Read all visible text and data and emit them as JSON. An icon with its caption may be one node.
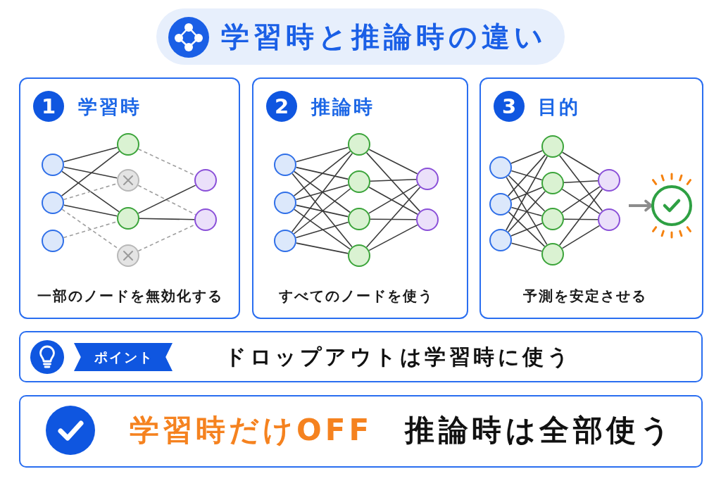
{
  "diagram": {
    "title": "学習時と推論時の違い",
    "nodes": [
      {
        "text": [
          "学習時",
          "一部のノードを無効化する"
        ]
      },
      {
        "text": [
          "1"
        ],
        "in": 0
      },
      {
        "text": [],
        "shape": "circle",
        "in": 0
      },
      {
        "text": [],
        "shape": "circle",
        "in": 0
      },
      {
        "text": [],
        "shape": "circle",
        "in": 0
      },
      {
        "text": [],
        "shape": "circle",
        "in": 0
      },
      {
        "text": [],
        "shape": "circle",
        "in": 0
      },
      {
        "text": [],
        "shape": "circle",
        "in": 0
      },
      {
        "text": [],
        "shape": "circle",
        "in": 0
      },
      {
        "text": [],
        "shape": "circle",
        "in": 0
      },
      {
        "text": [],
        "shape": "circle",
        "in": 0
      },
      {
        "text": [
          "推論時",
          "すべてのノードを使う"
        ]
      },
      {
        "text": [
          "2"
        ],
        "in": 11
      },
      {
        "text": [],
        "shape": "circle",
        "in": 11
      },
      {
        "text": [],
        "shape": "circle",
        "in": 11
      },
      {
        "text": [],
        "shape": "circle",
        "in": 11
      },
      {
        "text": [],
        "shape": "circle",
        "in": 11
      },
      {
        "text": [],
        "shape": "circle",
        "in": 11
      },
      {
        "text": [],
        "shape": "circle",
        "in": 11
      },
      {
        "text": [],
        "shape": "circle",
        "in": 11
      },
      {
        "text": [],
        "shape": "circle",
        "in": 11
      },
      {
        "text": [],
        "shape": "circle",
        "in": 11
      },
      {
        "text": [
          "目的",
          "予測を安定させる"
        ]
      },
      {
        "text": [
          "3"
        ],
        "in": 22
      },
      {
        "text": [],
        "shape": "circle",
        "in": 22
      },
      {
        "text": [],
        "shape": "circle",
        "in": 22
      },
      {
        "text": [],
        "shape": "circle",
        "in": 22
      },
      {
        "text": [],
        "shape": "circle",
        "in": 22
      },
      {
        "text": [],
        "shape": "circle",
        "in": 22
      },
      {
        "text": [],
        "shape": "circle",
        "in": 22
      },
      {
        "text": [],
        "shape": "circle",
        "in": 22
      },
      {
        "text": [],
        "shape": "circle",
        "in": 22
      },
      {
        "text": [],
        "shape": "circle",
        "in": 22
      },
      {
        "text": [],
        "shape": "circle",
        "in": 22
      },
      {
        "text": [
          "ドロップアウトは学習時に使う"
        ]
      },
      {
        "text": [
          "ポイント"
        ],
        "in": 34
      },
      {
        "text": [
          "学習時だけOFF",
          "推論時は全部使う"
        ]
      }
    ],
    "edges": [
      {
        "from": 2,
        "to": 5,
        "arrow": "none"
      },
      {
        "from": 2,
        "to": 6,
        "arrow": "none"
      },
      {
        "from": 2,
        "to": 7,
        "arrow": "none"
      },
      {
        "from": 3,
        "to": 5,
        "arrow": "none"
      },
      {
        "from": 3,
        "to": 6,
        "arrow": "none",
        "style": "dashed",
        "color": "#9e9e9e"
      },
      {
        "from": 3,
        "to": 7,
        "arrow": "none"
      },
      {
        "from": 3,
        "to": 8,
        "arrow": "none",
        "style": "dashed",
        "color": "#9e9e9e"
      },
      {
        "from": 4,
        "to": 7,
        "arrow": "none",
        "style": "dashed",
        "color": "#9e9e9e"
      },
      {
        "from": 5,
        "to": 9,
        "arrow": "none",
        "style": "dashed",
        "color": "#9e9e9e"
      },
      {
        "from": 6,
        "to": 10,
        "arrow": "none",
        "style": "dashed",
        "color": "#9e9e9e"
      },
      {
        "from": 7,
        "to": 9,
        "arrow": "none"
      },
      {
        "from": 7,
        "to": 10,
        "arrow": "none"
      },
      {
        "from": 8,
        "to": 10,
        "arrow": "none",
        "style": "dashed",
        "color": "#9e9e9e"
      },
      {
        "from": 13,
        "to": 16,
        "arrow": "none"
      },
      {
        "from": 13,
        "to": 17,
        "arrow": "none"
      },
      {
        "from": 13,
        "to": 18,
        "arrow": "none"
      },
      {
        "from": 13,
        "to": 19,
        "arrow": "none"
      },
      {
        "from": 14,
        "to": 16,
        "arrow": "none"
      },
      {
        "from": 14,
        "to": 17,
        "arrow": "none"
      },
      {
        "from": 14,
        "to": 18,
        "arrow": "none"
      },
      {
        "from": 14,
        "to": 19,
        "arrow": "none"
      },
      {
        "from": 15,
        "to": 16,
        "arrow": "none"
      },
      {
        "from": 15,
        "to": 17,
        "arrow": "none"
      },
      {
        "from": 15,
        "to": 18,
        "arrow": "none"
      },
      {
        "from": 15,
        "to": 19,
        "arrow": "none"
      },
      {
        "from": 16,
        "to": 20,
        "arrow": "none"
      },
      {
        "from": 16,
        "to": 21,
        "arrow": "none"
      },
      {
        "from": 17,
        "to": 20,
        "arrow": "none"
      },
      {
        "from": 17,
        "to": 21,
        "arrow": "none"
      },
      {
        "from": 18,
        "to": 20,
        "arrow": "none"
      },
      {
        "from": 18,
        "to": 21,
        "arrow": "none"
      },
      {
        "from": 19,
        "to": 20,
        "arrow": "none"
      },
      {
        "from": 19,
        "to": 21,
        "arrow": "none"
      },
      {
        "from": 24,
        "to": 27,
        "arrow": "none"
      },
      {
        "from": 24,
        "to": 28,
        "arrow": "none"
      },
      {
        "from": 24,
        "to": 29,
        "arrow": "none"
      },
      {
        "from": 24,
        "to": 30,
        "arrow": "none"
      },
      {
        "from": 25,
        "to": 27,
        "arrow": "none"
      },
      {
        "from": 25,
        "to": 28,
        "arrow": "none"
      },
      {
        "from": 25,
        "to": 29,
        "arrow": "none"
      },
      {
        "from": 25,
        "to": 30,
        "arrow": "none"
      },
      {
        "from": 26,
        "to": 27,
        "arrow": "none"
      },
      {
        "from": 26,
        "to": 28,
        "arrow": "none"
      },
      {
        "from": 26,
        "to": 29,
        "arrow": "none"
      },
      {
        "from": 26,
        "to": 30,
        "arrow": "none"
      },
      {
        "from": 27,
        "to": 31,
        "arrow": "none"
      },
      {
        "from": 27,
        "to": 32,
        "arrow": "none"
      },
      {
        "from": 28,
        "to": 31,
        "arrow": "none"
      },
      {
        "from": 28,
        "to": 32,
        "arrow": "none"
      },
      {
        "from": 29,
        "to": 31,
        "arrow": "none"
      },
      {
        "from": 29,
        "to": 32,
        "arrow": "none"
      },
      {
        "from": 30,
        "to": 31,
        "arrow": "none"
      },
      {
        "from": 30,
        "to": 32,
        "arrow": "none"
      },
      {
        "from": null,
        "to": 33,
        "arrow": "to",
        "style": "thick",
        "color": "#8c8c8c"
      }
    ]
  }
}
